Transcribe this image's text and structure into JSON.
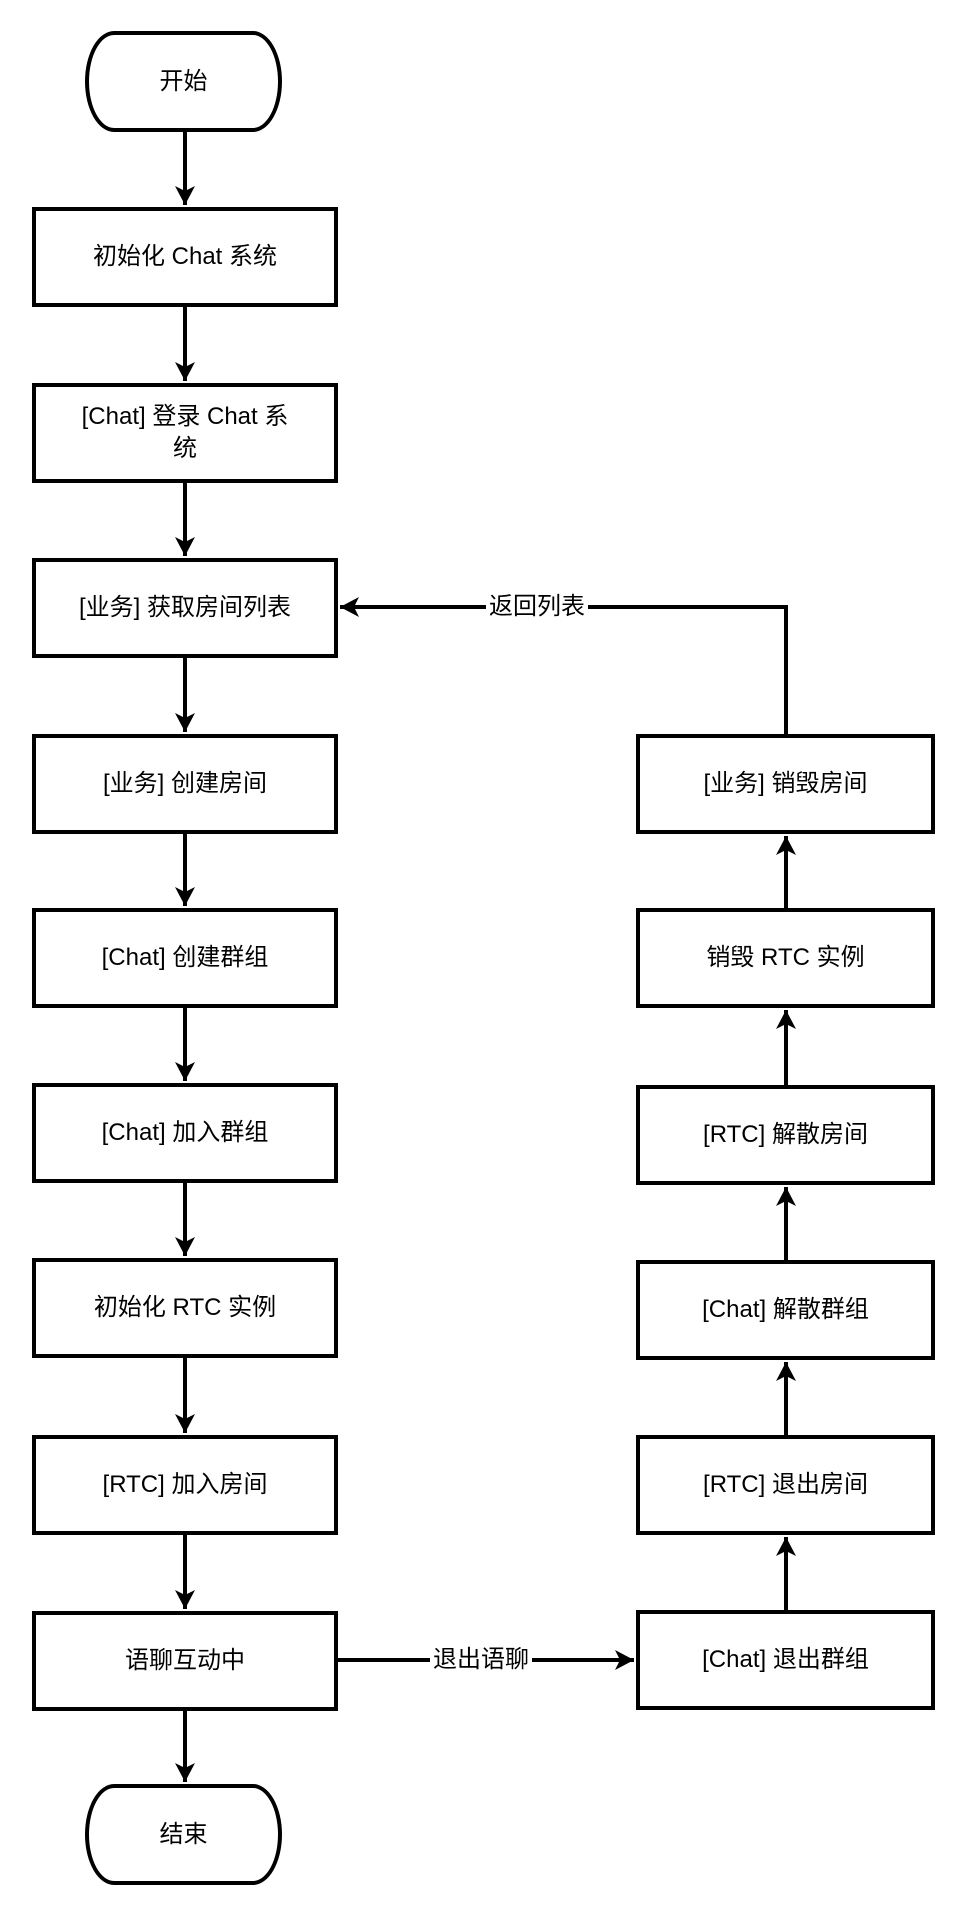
{
  "diagram": {
    "type": "flowchart",
    "background_color": "#ffffff",
    "line_color": "#000000",
    "node_fill_color": "#ffffff",
    "text_color": "#000000",
    "nodes": [
      {
        "id": "start",
        "shape": "terminator",
        "label": "开始"
      },
      {
        "id": "init-chat",
        "shape": "process",
        "label": "初始化 Chat 系统"
      },
      {
        "id": "chat-login",
        "shape": "process",
        "label": "[Chat] 登录 Chat 系统"
      },
      {
        "id": "biz-get-room-list",
        "shape": "process",
        "label": "[业务] 获取房间列表"
      },
      {
        "id": "biz-create-room",
        "shape": "process",
        "label": "[业务] 创建房间"
      },
      {
        "id": "chat-create-group",
        "shape": "process",
        "label": "[Chat] 创建群组"
      },
      {
        "id": "chat-join-group",
        "shape": "process",
        "label": "[Chat] 加入群组"
      },
      {
        "id": "init-rtc",
        "shape": "process",
        "label": "初始化 RTC 实例"
      },
      {
        "id": "rtc-join-room",
        "shape": "process",
        "label": "[RTC] 加入房间"
      },
      {
        "id": "voice-chatting",
        "shape": "process",
        "label": "语聊互动中"
      },
      {
        "id": "end",
        "shape": "terminator",
        "label": "结束"
      },
      {
        "id": "chat-leave-group",
        "shape": "process",
        "label": "[Chat] 退出群组"
      },
      {
        "id": "rtc-leave-room",
        "shape": "process",
        "label": "[RTC] 退出房间"
      },
      {
        "id": "chat-destroy-group",
        "shape": "process",
        "label": "[Chat] 解散群组"
      },
      {
        "id": "rtc-destroy-room",
        "shape": "process",
        "label": "[RTC] 解散房间"
      },
      {
        "id": "destroy-rtc",
        "shape": "process",
        "label": "销毁 RTC 实例"
      },
      {
        "id": "biz-destroy-room",
        "shape": "process",
        "label": "[业务] 销毁房间"
      }
    ],
    "edge_labels": {
      "exit_voice_chat": "退出语聊",
      "back_to_list": "返回列表"
    }
  }
}
